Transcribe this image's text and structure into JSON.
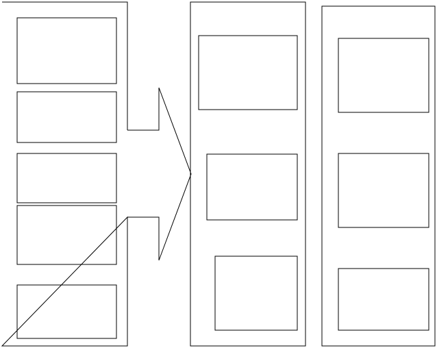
{
  "diagram": {
    "type": "block-diagram",
    "line_color": "#000000",
    "background_color": "#ffffff",
    "text": [],
    "columns": [
      {
        "id": "left",
        "empty_box_count": 5
      },
      {
        "id": "middle",
        "empty_box_count": 3
      },
      {
        "id": "right",
        "empty_box_count": 3
      }
    ],
    "connector": {
      "shape": "arrow",
      "from": "left",
      "to": "middle"
    }
  }
}
